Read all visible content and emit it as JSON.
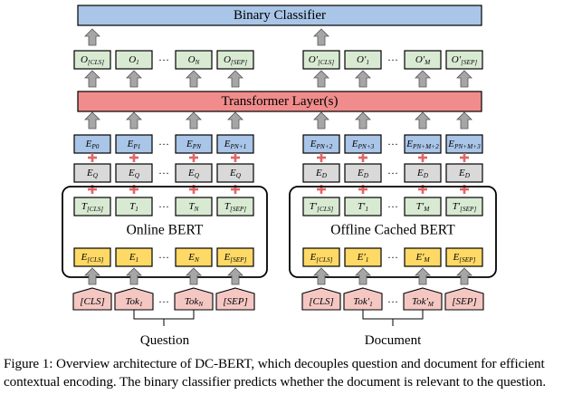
{
  "title_bar": {
    "label": "Binary Classifier",
    "color": "#a9c5e8"
  },
  "transformer_bar": {
    "label": "Transformer Layer(s)",
    "color": "#f08c8c"
  },
  "outputs_left": [
    "O[CLS]",
    "O1",
    "ON",
    "O[SEP]"
  ],
  "outputs_right": [
    "O'[CLS]",
    "O'1",
    "O'M",
    "O'[SEP]"
  ],
  "position_left": [
    "EP0",
    "EP1",
    "EPN",
    "EPN+1"
  ],
  "position_right": [
    "EPN+2",
    "EPN+3",
    "EPN+M+2",
    "EPN+M+3"
  ],
  "segment_left": [
    "EQ",
    "EQ",
    "EQ",
    "EQ"
  ],
  "segment_right": [
    "ED",
    "ED",
    "ED",
    "ED"
  ],
  "hidden_left": [
    "T[CLS]",
    "T1",
    "TN",
    "T[SEP]"
  ],
  "hidden_right": [
    "T'[CLS]",
    "T'1",
    "T'M",
    "T'[SEP]"
  ],
  "embed_left": [
    "E[CLS]",
    "E1",
    "EN",
    "E[SEP]"
  ],
  "embed_right": [
    "E[CLS]",
    "E'1",
    "E'M",
    "E[SEP]"
  ],
  "tokens_left": [
    "[CLS]",
    "Tok1",
    "TokN",
    "[SEP]"
  ],
  "tokens_right": [
    "[CLS]",
    "Tok'1",
    "Tok'M",
    "[SEP]"
  ],
  "online_label": "Online BERT",
  "offline_label": "Offline Cached BERT",
  "question_label": "Question",
  "document_label": "Document",
  "ellipsis": "···",
  "caption": "Figure 1: Overview architecture of DC-BERT, which decouples question and document for efficient contextual encoding. The binary classifier predicts whether the document is relevant to the question.",
  "colors": {
    "output": "#d9ead3",
    "position": "#a9c5e8",
    "segment": "#d9d9d9",
    "hidden": "#d9ead3",
    "embed": "#ffd966",
    "token": "#f4c7c3",
    "arrow": "#a6a6a6",
    "plus": "#e06666"
  }
}
